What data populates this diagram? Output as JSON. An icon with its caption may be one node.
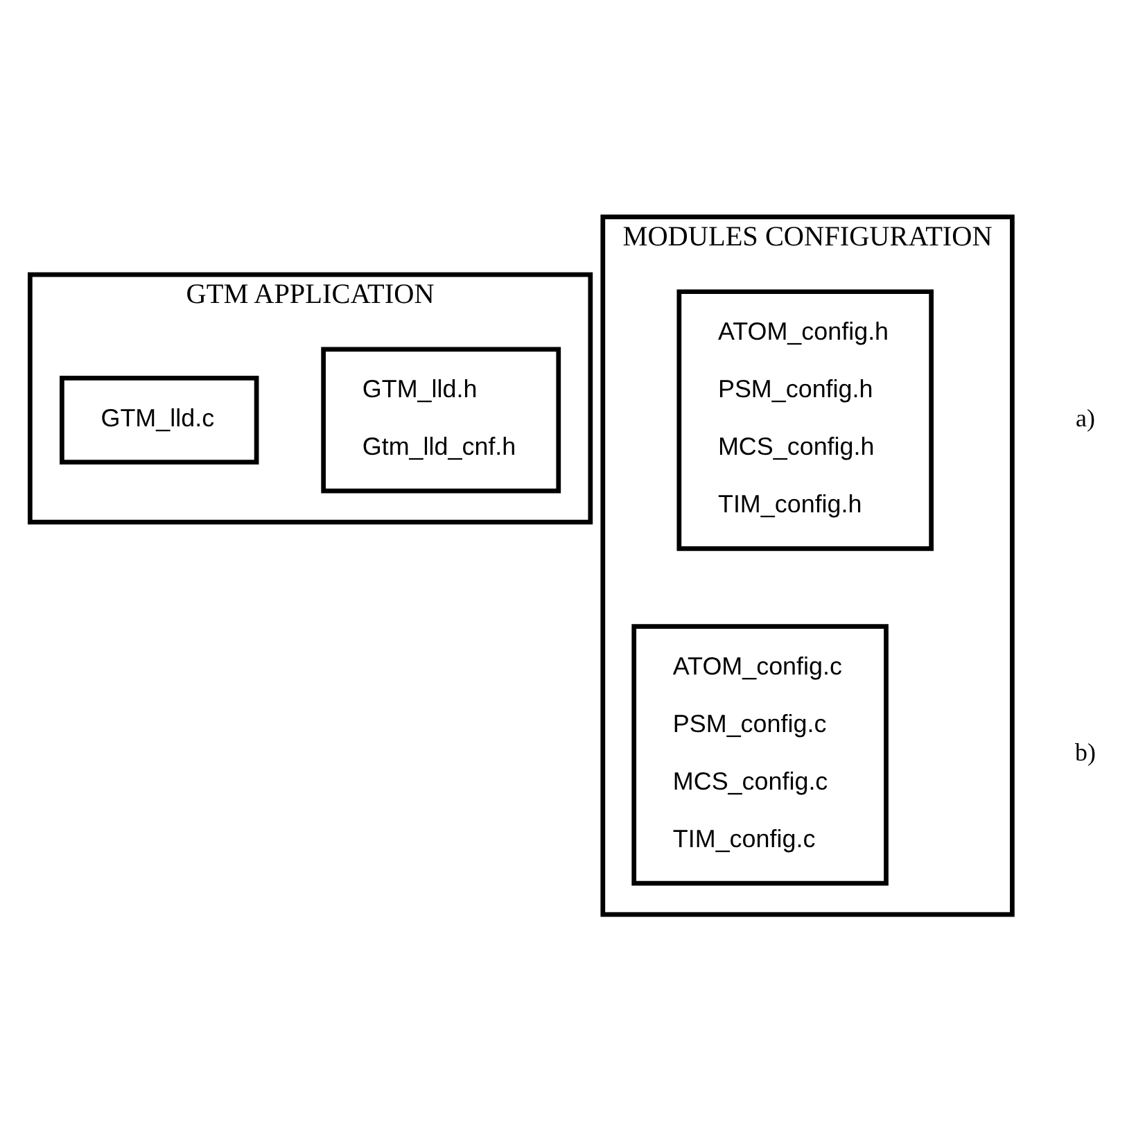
{
  "diagram": {
    "nodes": [
      {
        "text": [
          "GTM APPLICATION"
        ]
      },
      {
        "text": [
          "GTM_lld.h",
          "Gtm_lld_cnf.h"
        ],
        "in": 0
      },
      {
        "text": [
          "GTM_lld.c"
        ],
        "in": 0
      },
      {
        "text": [
          "MODULES CONFIGURATION"
        ]
      },
      {
        "text": [
          "ATOM_config.c",
          "PSM_config.c",
          "MCS_config.c",
          "TIM_config.c"
        ],
        "in": 3
      },
      {
        "text": [
          "ATOM_config.h",
          "PSM_config.h",
          "MCS_config.h",
          "TIM_config.h"
        ],
        "in": 3
      }
    ],
    "edges": [],
    "labels": [
      "a)",
      "b)"
    ]
  }
}
